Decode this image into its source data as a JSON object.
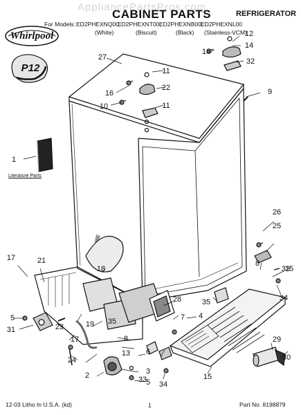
{
  "header": {
    "watermark": "AppliancePartsPros.com",
    "brand": "Whirlpool",
    "title": "CABINET PARTS",
    "appliance": "REFRIGERATOR",
    "models_label": "For Models:",
    "models": [
      "ED2PHEXNQ00,",
      "ED2PHEXNT00,",
      "ED2PHEXNB00,",
      "ED2PHEXNL00"
    ],
    "colors": [
      "(White)",
      "(Biscuit)",
      "(Black)",
      "(Stainless-VCM)"
    ],
    "badge": "P12"
  },
  "literature_label": "Literature Parts",
  "callouts": [
    "27",
    "11",
    "16",
    "22",
    "10",
    "11",
    "16",
    "12",
    "14",
    "32",
    "9",
    "1",
    "26",
    "25",
    "17",
    "21",
    "18",
    "8",
    "15",
    "33",
    "28",
    "35",
    "34",
    "5",
    "31",
    "7",
    "4",
    "23",
    "17",
    "19",
    "35",
    "8",
    "13",
    "6",
    "29",
    "24",
    "33",
    "30",
    "2",
    "3",
    "5",
    "34",
    "15"
  ],
  "footer": {
    "left": "12-03 Litho In U.S.A. (kd)",
    "center": "1",
    "right": "Part No. 8198879"
  },
  "colors_palette": {
    "ink": "#111111",
    "watermark": "#d4d4d4"
  }
}
